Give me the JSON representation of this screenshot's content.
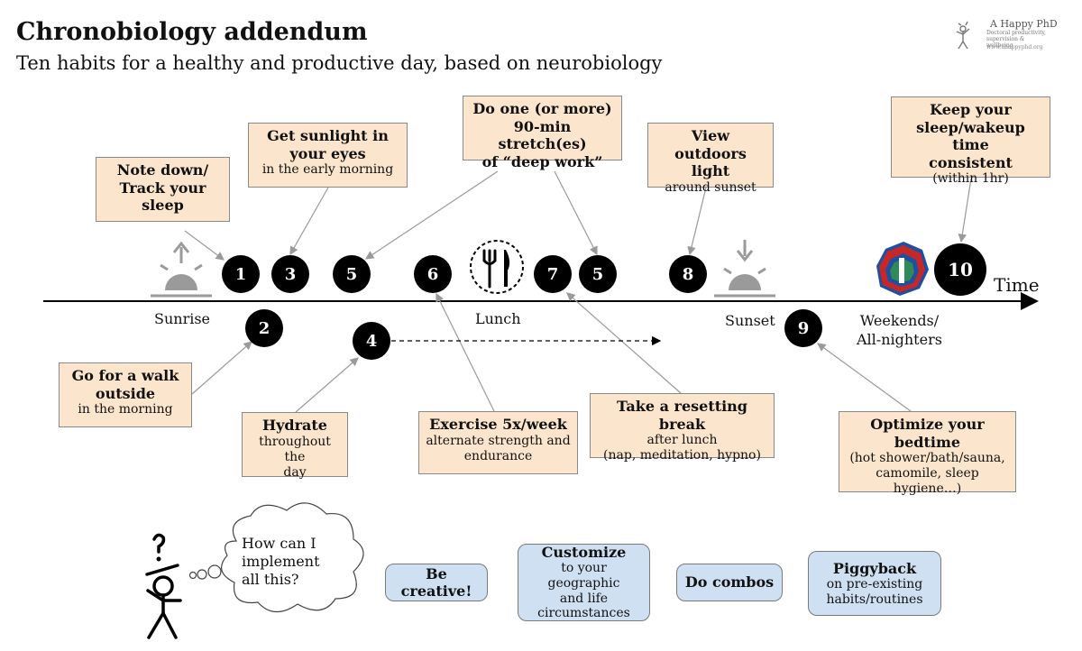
{
  "header": {
    "title": "Chronobiology addendum",
    "subtitle": "Ten habits for a healthy and productive day, based on neurobiology"
  },
  "logo": {
    "name": "A Happy PhD",
    "tagline": "Doctoral productivity, supervision & wellbeing",
    "url": "www.ahappyphd.org"
  },
  "timeline": {
    "axis_label": "Time",
    "sunrise": "Sunrise",
    "lunch": "Lunch",
    "sunset": "Sunset",
    "weekends_line1": "Weekends/",
    "weekends_line2": "All-nighters"
  },
  "markers": [
    "1",
    "3",
    "5",
    "6",
    "7",
    "5",
    "8",
    "10",
    "2",
    "4",
    "9"
  ],
  "habits": {
    "note": {
      "title_line1": "Note down/",
      "title_line2": "Track your",
      "title_line3": "sleep"
    },
    "sunlight": {
      "title_line1": "Get sunlight in",
      "title_line2": "your eyes",
      "sub": "in the early morning"
    },
    "deepwork": {
      "title_line1": "Do one (or more)",
      "title_line2": "90-min stretch(es)",
      "title_line3": "of “deep work”"
    },
    "outdoors": {
      "title_line1": "View outdoors",
      "title_line2": "light",
      "sub": "around sunset"
    },
    "consistent": {
      "title_line1": "Keep your",
      "title_line2": "sleep/wakeup time",
      "title_line3": "consistent",
      "sub": "(within 1hr)"
    },
    "walk": {
      "title_line1": "Go for a walk",
      "title_line2": "outside",
      "sub": "in the morning"
    },
    "hydrate": {
      "title": "Hydrate",
      "sub_line1": "throughout the",
      "sub_line2": "day"
    },
    "exercise": {
      "title": "Exercise 5x/week",
      "sub_line1": "alternate strength and",
      "sub_line2": "endurance"
    },
    "break": {
      "title": "Take a resetting break",
      "sub_line1": "after lunch",
      "sub_line2": "(nap, meditation, hypno)"
    },
    "bedtime": {
      "title_line1": "Optimize your",
      "title_line2": "bedtime",
      "sub_line1": "(hot shower/bath/sauna,",
      "sub_line2": "camomile, sleep hygiene…)"
    }
  },
  "thought": {
    "line1": "How can I",
    "line2": "implement",
    "line3": "all this?"
  },
  "tips": {
    "creative": {
      "title": "Be creative!"
    },
    "customize": {
      "title": "Customize",
      "sub_line1": "to your geographic",
      "sub_line2": "and life",
      "sub_line3": "circumstances"
    },
    "combos": {
      "title": "Do combos"
    },
    "piggyback": {
      "title": "Piggyback",
      "sub_line1": "on pre-existing",
      "sub_line2": "habits/routines"
    }
  },
  "colors": {
    "habit_box": "#fbe5cd",
    "tip_box": "#cfe0f2",
    "marker": "#000000",
    "arrow": "#9a9a9a",
    "sun": "#9a9a9a",
    "logo_red": "#c62828",
    "logo_green": "#2e8b57",
    "logo_blue": "#1f4fa0"
  },
  "icons": [
    "sunrise-icon",
    "sunset-icon",
    "plate-fork-knife-icon",
    "calendar-ring-icon",
    "stick-figure-icon"
  ]
}
